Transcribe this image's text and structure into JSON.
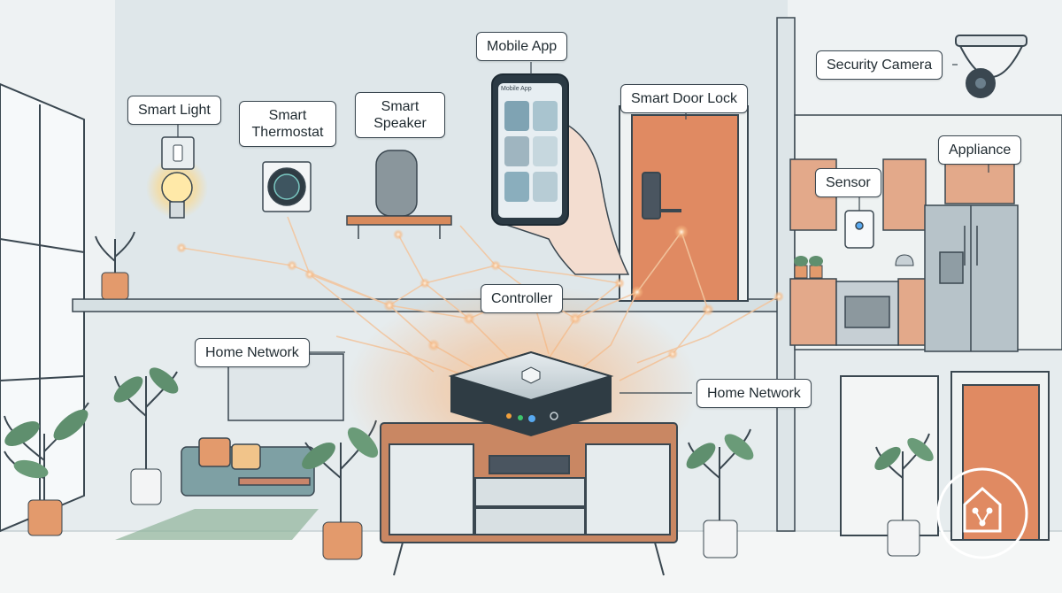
{
  "labels": {
    "smart_light": "Smart Light",
    "smart_thermostat": [
      "Smart",
      "Thermostat"
    ],
    "smart_speaker": [
      "Smart",
      "Speaker"
    ],
    "mobile_app": "Mobile App",
    "smart_door_lock": "Smart Door Lock",
    "security_camera": "Security Camera",
    "appliance": "Appliance",
    "sensor": "Sensor",
    "controller": "Controller",
    "home_network_left": "Home Network",
    "home_network_right": "Home Network"
  },
  "phone_header": "Mobile App",
  "colors": {
    "wall": "#e9eef0",
    "wall_shade": "#cfdade",
    "outline": "#3a4750",
    "door": "#e08a62",
    "cabinet": "#e3a98a",
    "network_glow": "#f6b27a",
    "network_line": "#f2c6a0",
    "hub": "#c9d3d8",
    "led_green": "#3ec46d",
    "led_blue": "#58a9f0",
    "led_orange": "#f2a03c",
    "plant": "#5f8f6e",
    "pot": "#e39a6c",
    "sofa": "#7ea0a4"
  },
  "icons": [
    "smart-home-logo-icon",
    "lightbulb-icon",
    "thermostat-icon",
    "speaker-icon",
    "smartphone-icon",
    "door-lock-icon",
    "security-camera-icon",
    "sensor-icon",
    "refrigerator-icon",
    "controller-hub-icon"
  ]
}
